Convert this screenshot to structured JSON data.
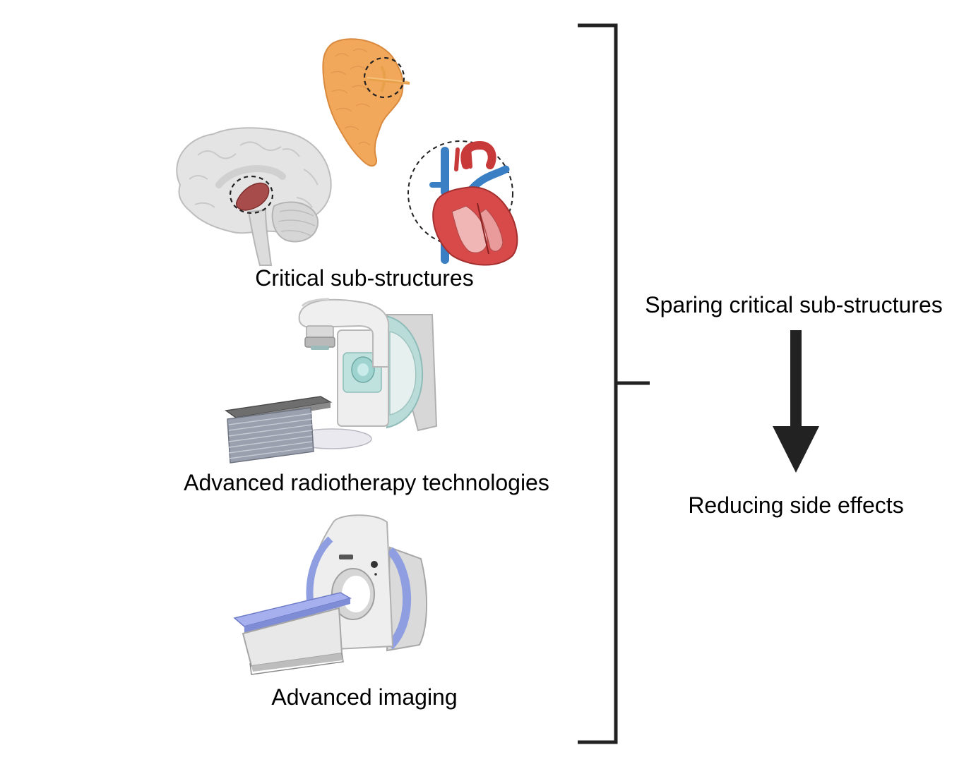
{
  "labels": {
    "critical": "Critical sub-structures",
    "radiotherapy": "Advanced radiotherapy technologies",
    "imaging": "Advanced imaging",
    "sparing": "Sparing critical sub-structures",
    "reducing": "Reducing side effects"
  },
  "icons": {
    "pancreas": "pancreas-icon",
    "brain": "brain-icon",
    "heart": "heart-icon",
    "linac": "linear-accelerator-icon",
    "mri": "mri-scanner-icon"
  },
  "colors": {
    "pancreas": "#f2a85a",
    "brain": "#e3e3e3",
    "heart": "#d84a4a",
    "vessel_blue": "#3a7fc4",
    "linac_teal": "#9fd3d0",
    "mri_blue": "#8f9ee0",
    "bracket": "#222222"
  }
}
